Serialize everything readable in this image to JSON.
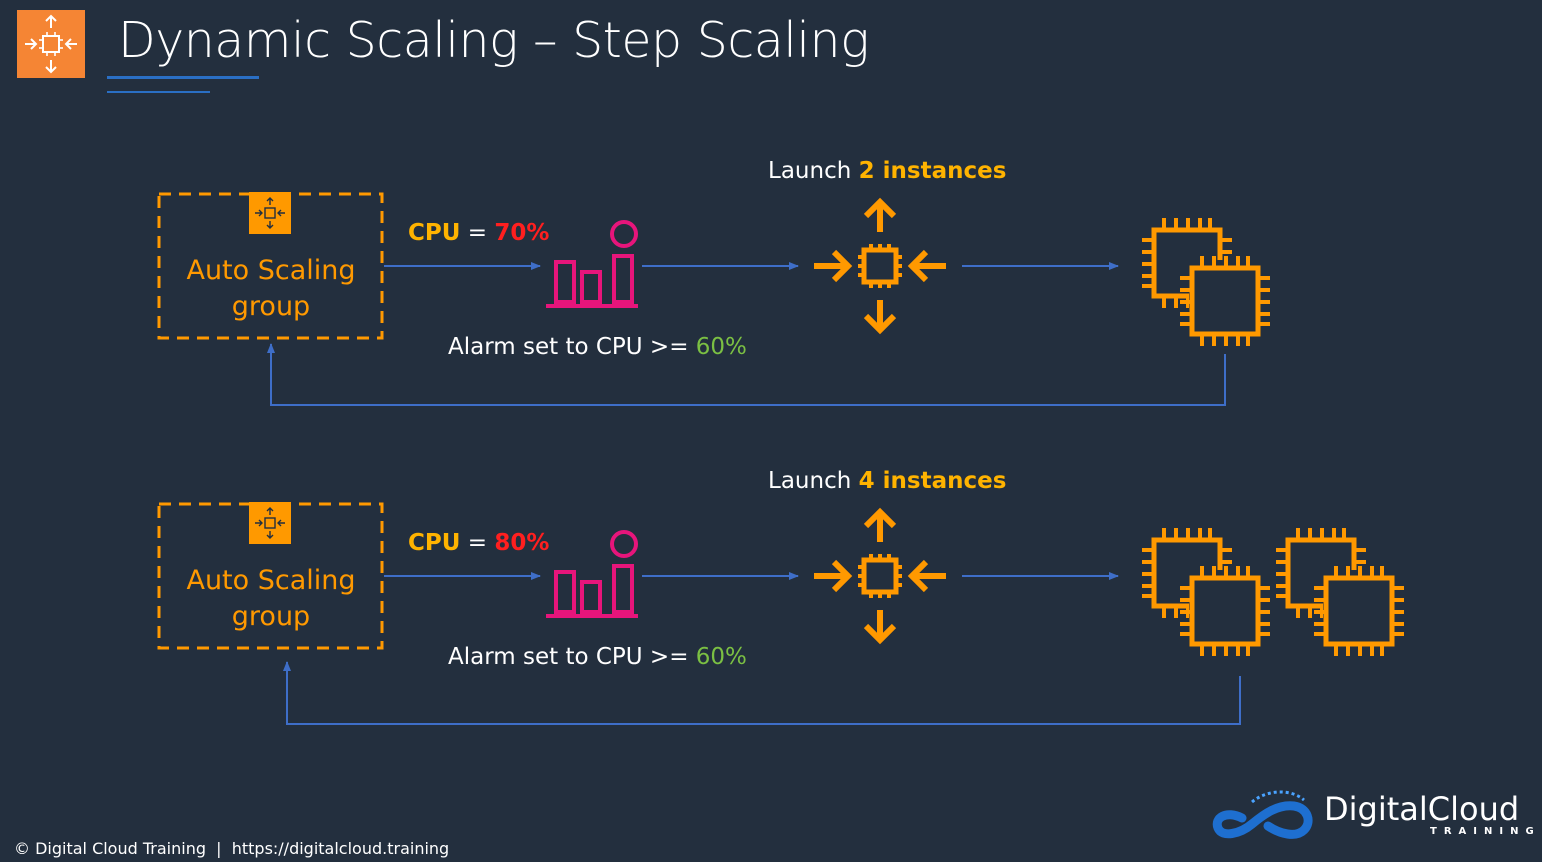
{
  "header": {
    "title": "Dynamic Scaling – Step Scaling",
    "icon": "auto-scaling-icon"
  },
  "flows": [
    {
      "group_label_line1": "Auto Scaling",
      "group_label_line2": "group",
      "cpu_label": "CPU",
      "cpu_equals": " = ",
      "cpu_value": "70%",
      "alarm_text": "Alarm set to CPU >= ",
      "alarm_value": "60%",
      "launch_text": "Launch ",
      "launch_count": "2 instances"
    },
    {
      "group_label_line1": "Auto Scaling",
      "group_label_line2": "group",
      "cpu_label": "CPU",
      "cpu_equals": " = ",
      "cpu_value": "80%",
      "alarm_text": "Alarm set to CPU >= ",
      "alarm_value": "60%",
      "launch_text": "Launch ",
      "launch_count": "4 instances"
    }
  ],
  "footer": {
    "copyright": "© Digital Cloud Training",
    "separator": "  |  ",
    "url": "https://digitalcloud.training"
  },
  "brand": {
    "name": "DigitalCloud",
    "subtitle": "TRAINING"
  },
  "colors": {
    "background": "#232f3e",
    "orange": "#ff9900",
    "accent_orange": "#f58534",
    "red": "#ff1f1f",
    "green": "#7bc043",
    "pink": "#e7157b",
    "arrow_blue": "#3e6ec8",
    "yellow_text": "#ffb300"
  }
}
